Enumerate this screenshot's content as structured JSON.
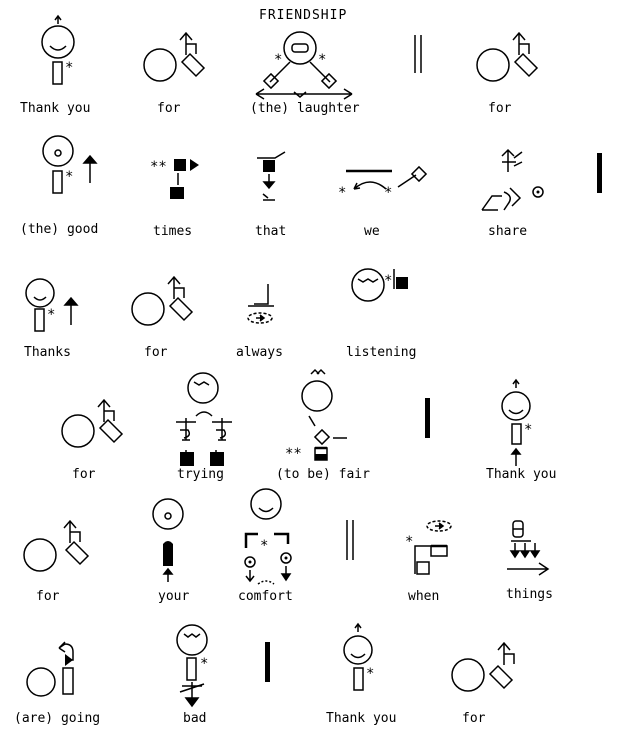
{
  "title": "FRIENDSHIP",
  "words": [
    "Thank you",
    "for",
    "(the) laughter",
    "for",
    "(the) good",
    "times",
    "that",
    "we",
    "share",
    "Thanks",
    "for",
    "always",
    "listening",
    "for",
    "trying",
    "(to be) fair",
    "Thank you",
    "for",
    "your",
    "comfort",
    "when",
    "things",
    "(are) going",
    "bad",
    "Thank you",
    "for"
  ],
  "colors": {
    "ink": "#000000",
    "paper": "#ffffff"
  }
}
